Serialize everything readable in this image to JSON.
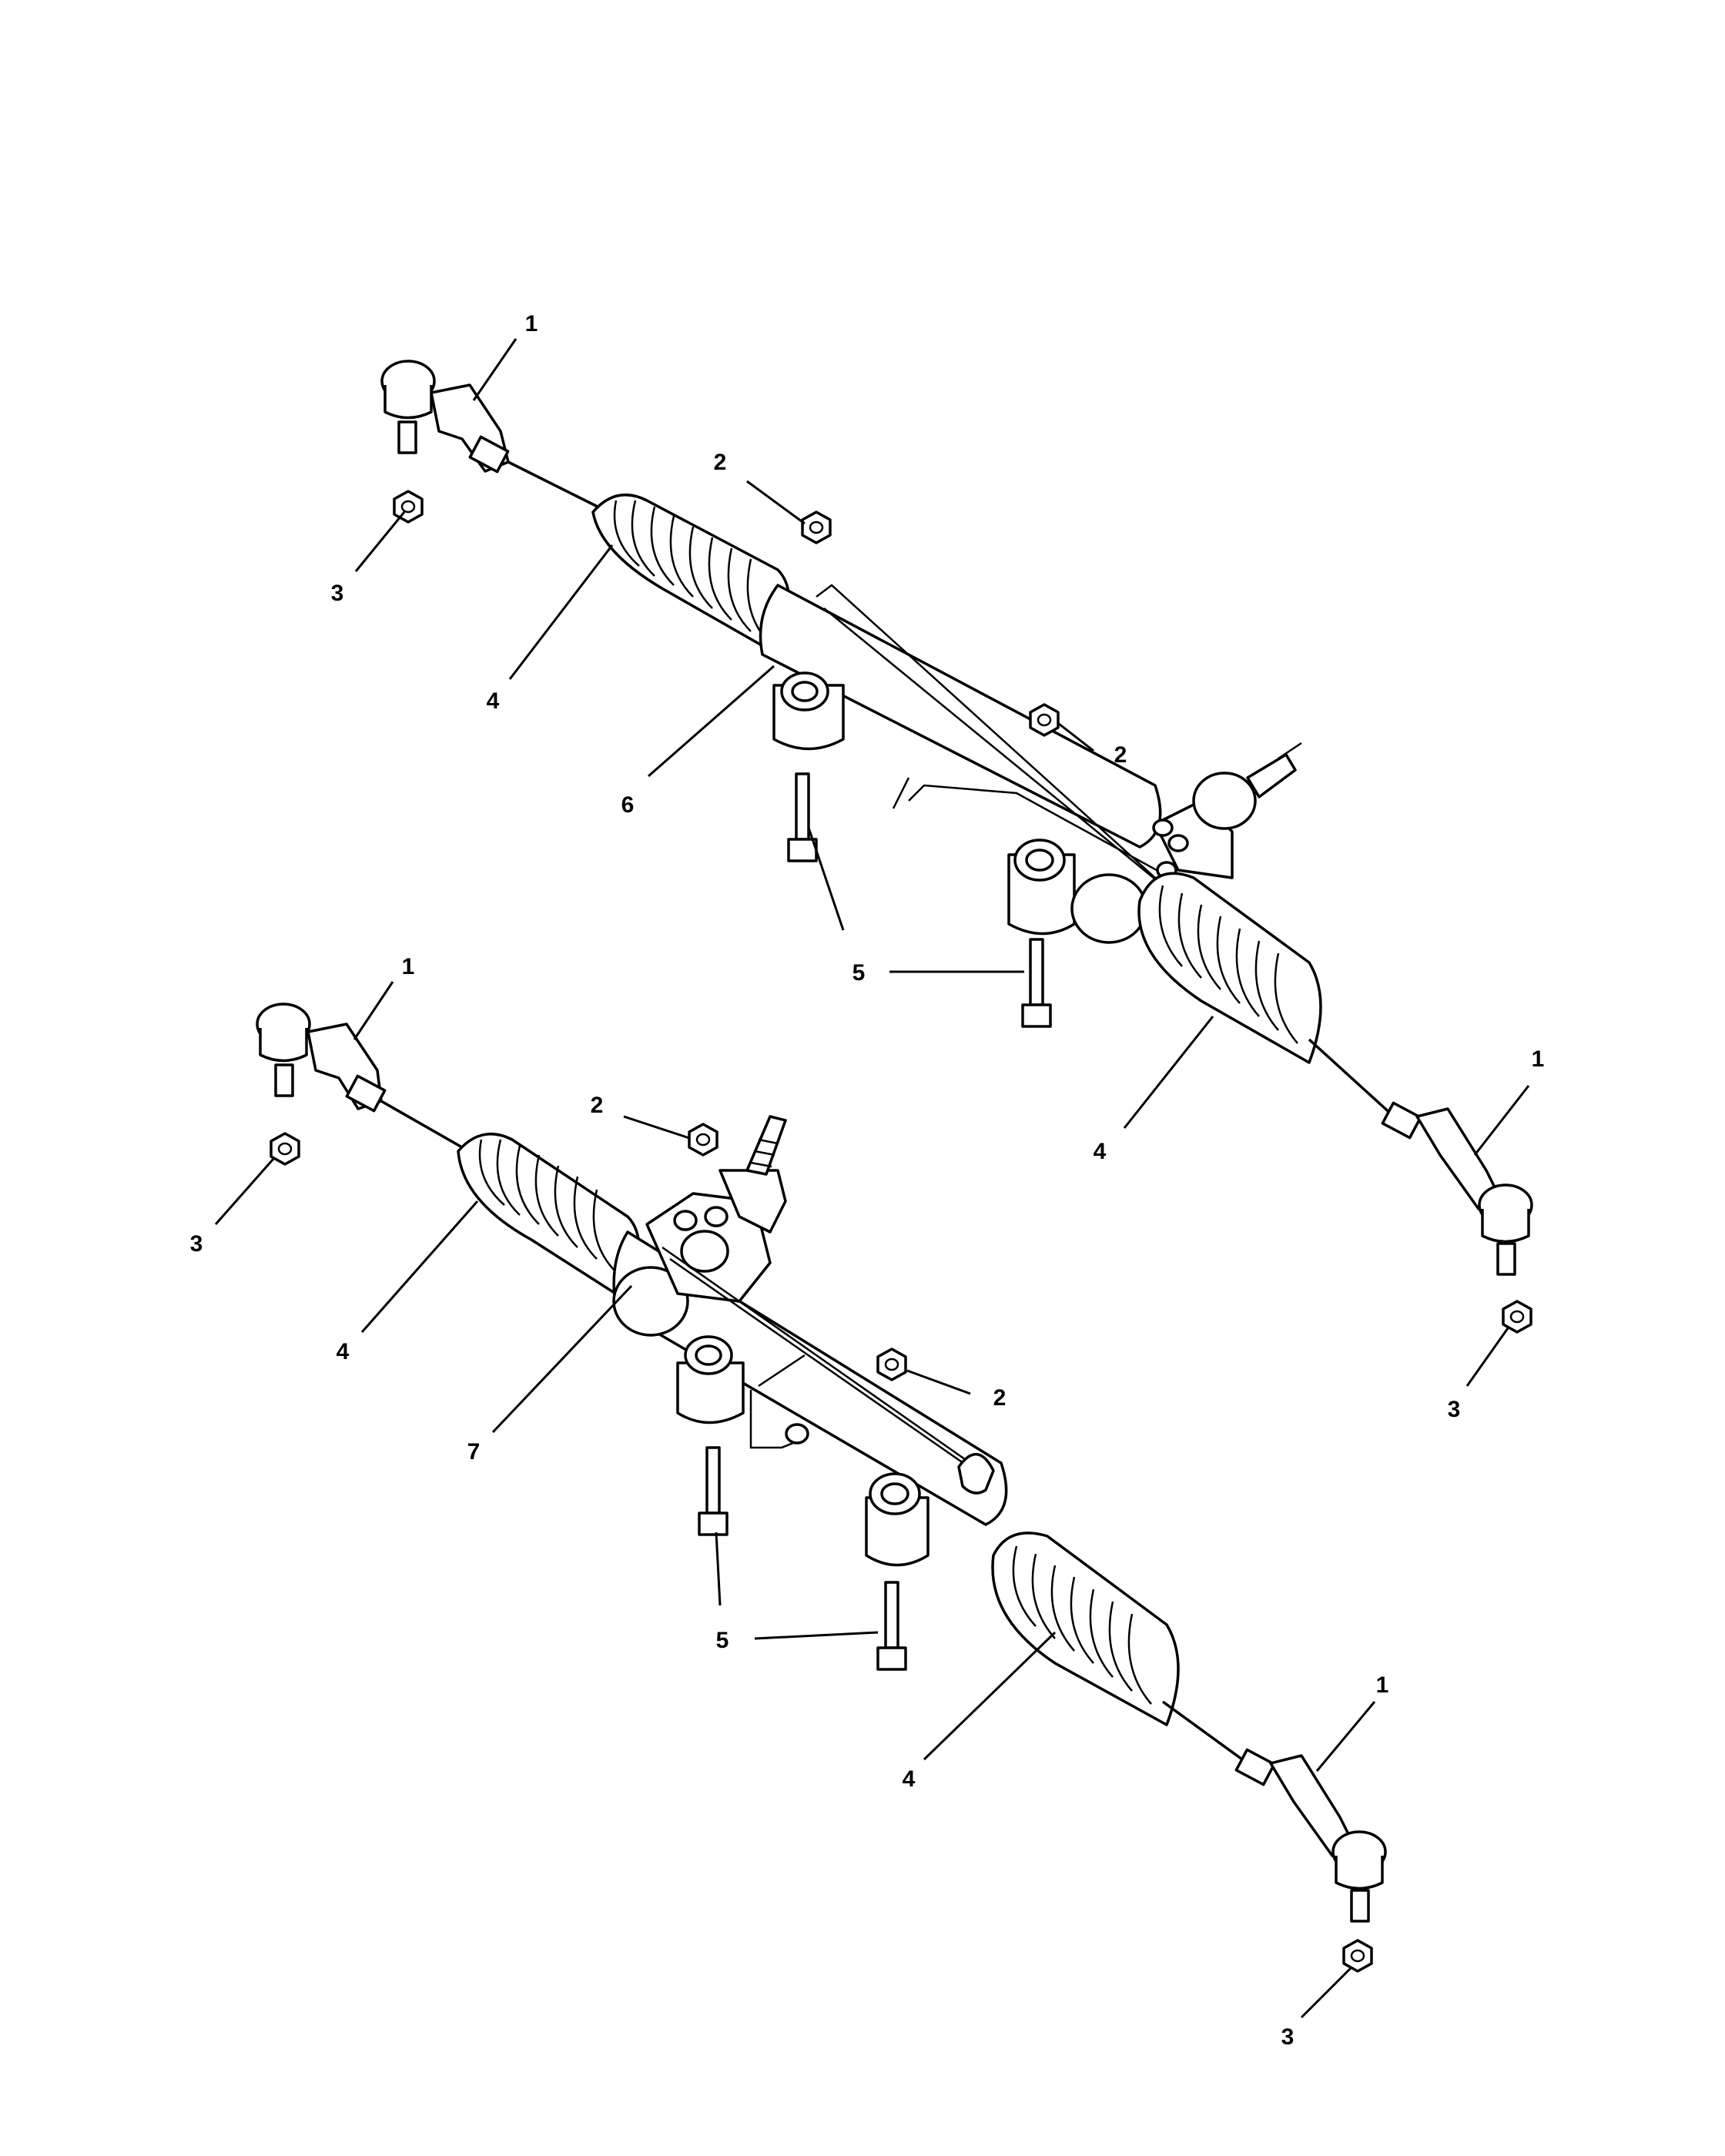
{
  "background": "#ffffff",
  "ink": "#000000",
  "upper_assembly": {
    "callouts": {
      "tie_rod_end_left": "1",
      "nut_top": "2",
      "nut_left": "3",
      "boot_left": "4",
      "rack_housing": "6",
      "nut_mid": "2",
      "bolt_label": "5",
      "tie_rod_end_right": "1",
      "boot_right": "4",
      "nut_right": "3"
    }
  },
  "lower_assembly": {
    "callouts": {
      "tie_rod_end_left": "1",
      "nut_top": "2",
      "nut_left": "3",
      "boot_left": "4",
      "rack_housing": "7",
      "nut_mid": "2",
      "bolt_label": "5",
      "tie_rod_end_right": "1",
      "boot_right": "4",
      "nut_right": "3"
    }
  }
}
